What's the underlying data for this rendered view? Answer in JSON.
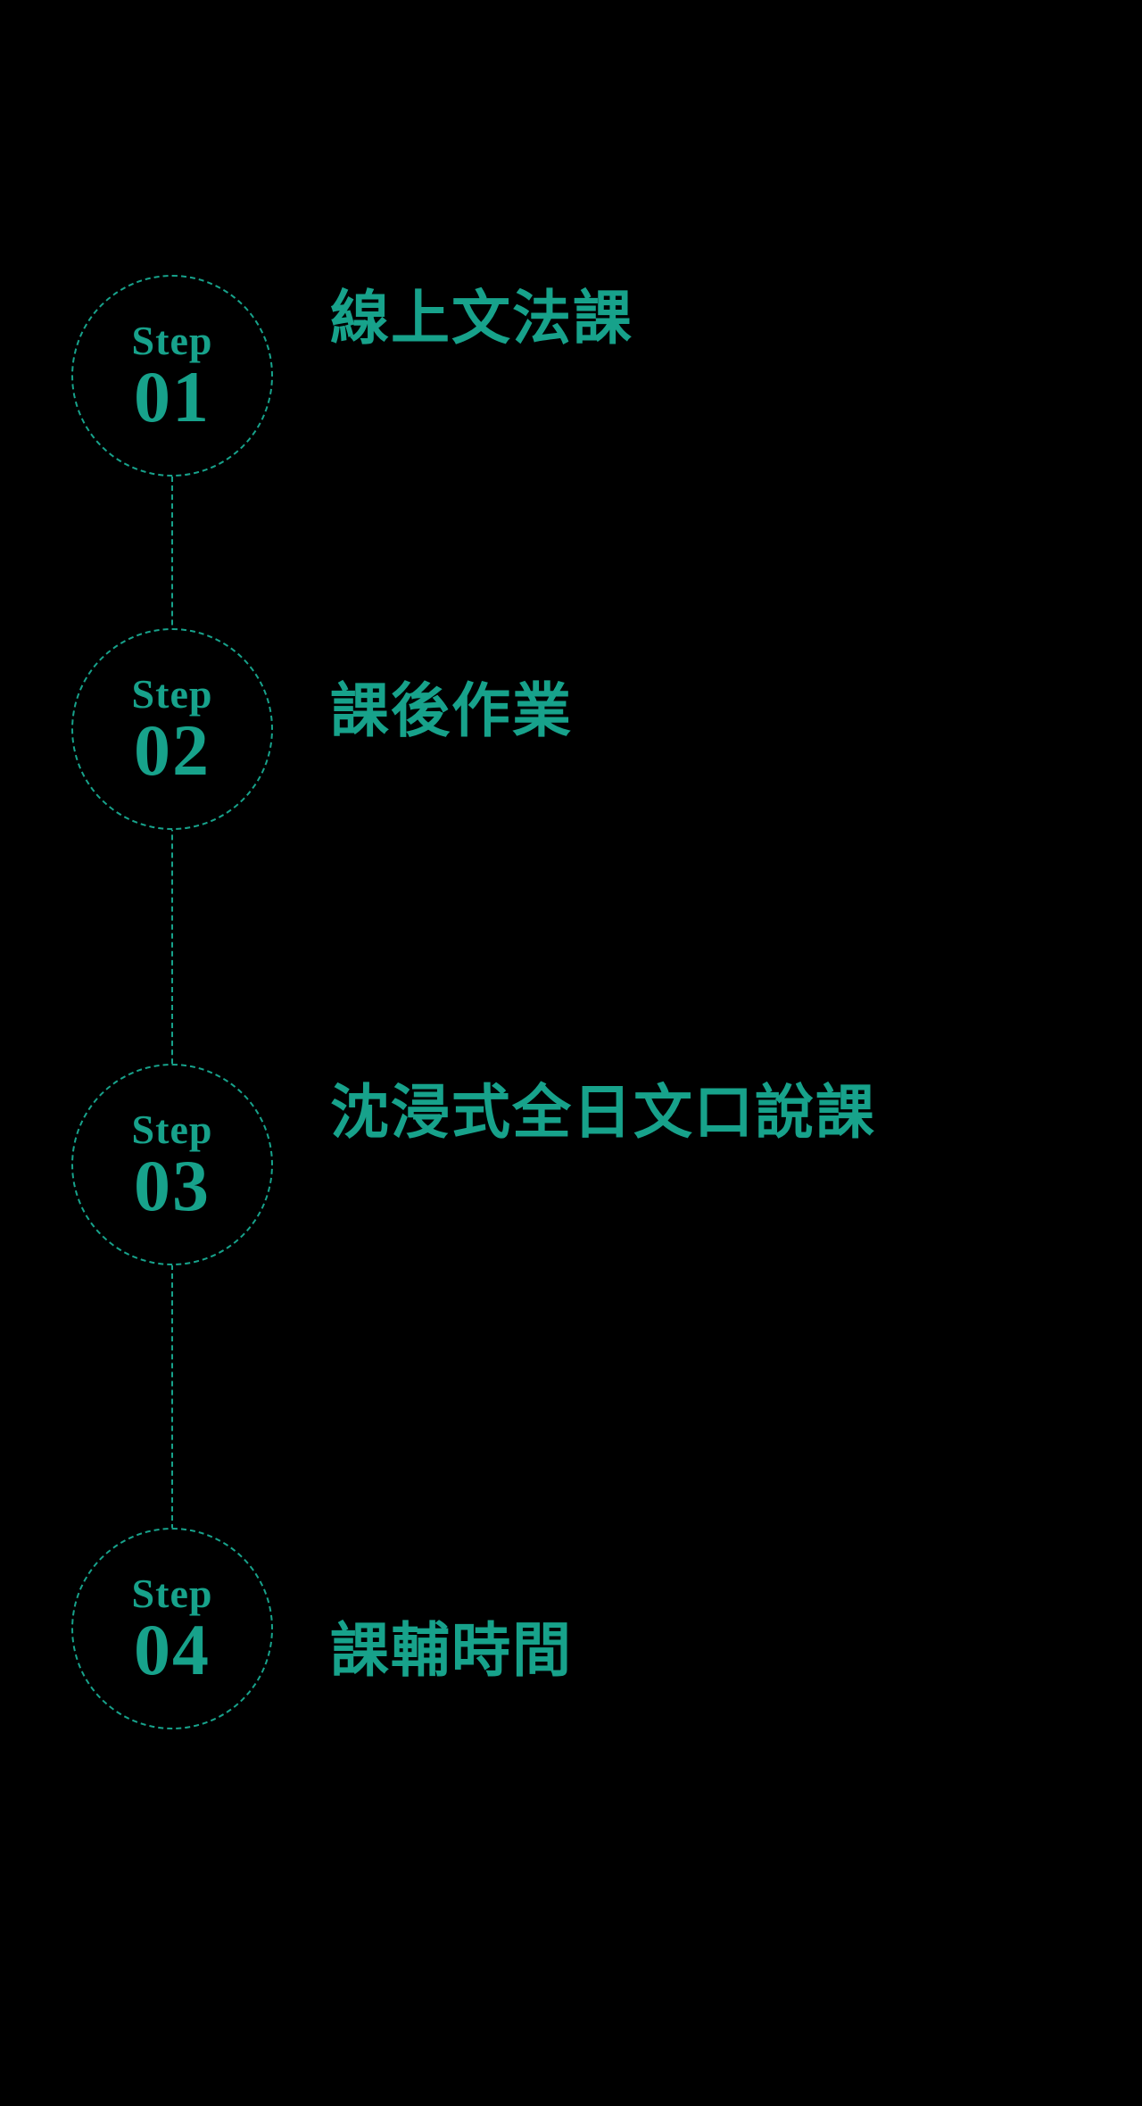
{
  "page": {
    "background_color": "#000000",
    "accent_color": "#17a28b"
  },
  "steps": [
    {
      "label": "Step",
      "number": "01",
      "title": "線上文法課"
    },
    {
      "label": "Step",
      "number": "02",
      "title": "課後作業"
    },
    {
      "label": "Step",
      "number": "03",
      "title": "沈浸式全日文口說課"
    },
    {
      "label": "Step",
      "number": "04",
      "title": "課輔時間"
    }
  ]
}
